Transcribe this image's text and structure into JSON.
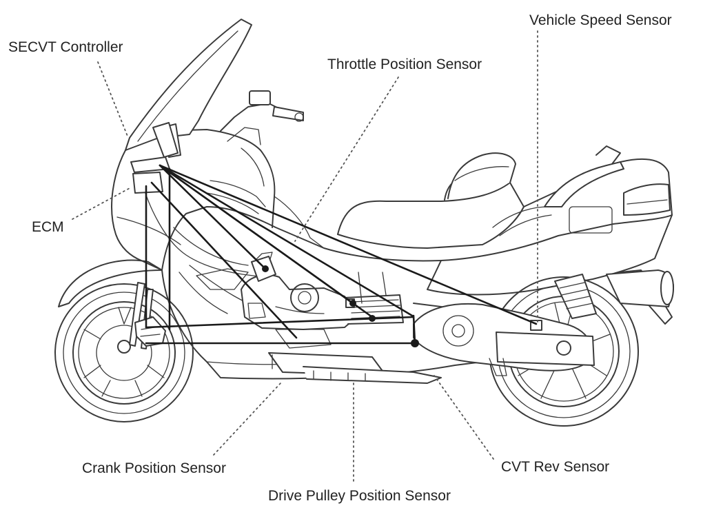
{
  "labels": {
    "vehicle_speed_sensor": "Vehicle Speed Sensor",
    "secvt_controller": "SECVT Controller",
    "throttle_position_sensor": "Throttle Position Sensor",
    "ecm": "ECM",
    "crank_position_sensor": "Crank Position Sensor",
    "drive_pulley_position_sensor": "Drive Pulley Position Sensor",
    "cvt_rev_sensor": "CVT Rev Sensor"
  },
  "colors": {
    "line": "#3a3a3a",
    "wire": "#1a1a1a",
    "text": "#222222",
    "background": "#ffffff"
  }
}
